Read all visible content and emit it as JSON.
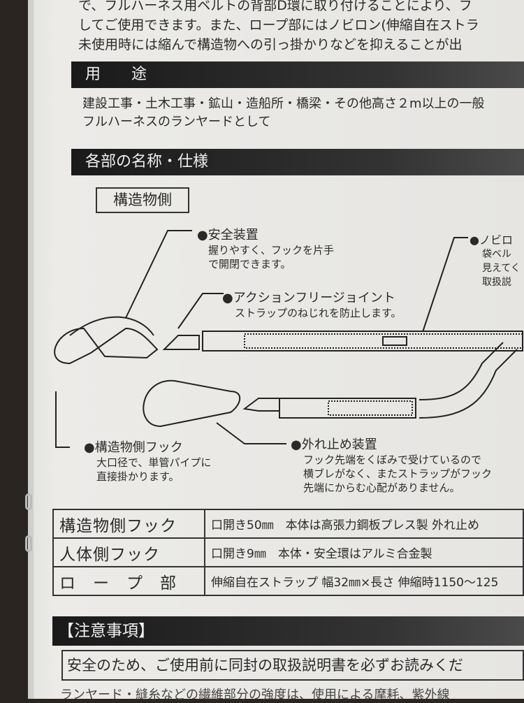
{
  "intro_lines": [
    "で、フルハーネス用ベルトの背部D環に取り付けることにより、フ",
    "してご使用できます。また、ロープ部にはノビロン(伸縮自在ストラ",
    "未使用時には縮んで構造物への引っ掛かりなどを抑えることが出"
  ],
  "usage": {
    "title": "用　　途",
    "lines": [
      "建設工事・土木工事・鉱山・造船所・橋梁・その他高さ２m以上の一般",
      "フルハーネスのランヤードとして"
    ]
  },
  "parts": {
    "title": "各部の名称・仕様",
    "side_label": "構造物側",
    "callouts": [
      {
        "name": "●安全装置",
        "desc": [
          "握りやすく、フックを片手",
          "で開閉できます。"
        ]
      },
      {
        "name": "●アクションフリージョイント",
        "desc": [
          "ストラップのねじれを防止します。"
        ]
      },
      {
        "name": "●ノビロ",
        "desc": [
          "袋ベル",
          "見えてく",
          "取扱説"
        ]
      },
      {
        "name": "●構造物側フック",
        "desc": [
          "大口径で、単管パイプに",
          "直接掛かります。"
        ]
      },
      {
        "name": "●外れ止め装置",
        "desc": [
          "フック先端をくぼみで受けているので",
          "横ブレがなく、またストラップがフック",
          "先端にからむ心配がありません。"
        ]
      }
    ]
  },
  "spec_table": [
    {
      "label": "構造物側フック",
      "value": "口開き50㎜　本体は高張力鋼板プレス製 外れ止め"
    },
    {
      "label": "人体側フック",
      "value": "口開き9㎜　本体・安全環はアルミ合金製"
    },
    {
      "label": "ロ　ー　プ　部",
      "value": "伸縮自在ストラップ 幅32㎜×長さ 伸縮時1150〜125"
    }
  ],
  "caution": {
    "title": "【注意事項】",
    "box": "安全のため、ご使用前に同封の取扱説明書を必ずお読みくだ",
    "line": "ランヤード・縫糸などの繊維部分の強度は、使用による摩耗、紫外線"
  }
}
